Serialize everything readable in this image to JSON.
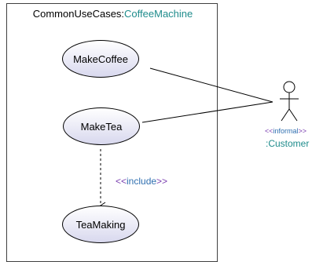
{
  "boundary": {
    "kind": "CommonUseCases:",
    "name": "CoffeeMachine"
  },
  "usecases": [
    {
      "label": "MakeCoffee"
    },
    {
      "label": "MakeTea"
    },
    {
      "label": "TeaMaking"
    }
  ],
  "include": {
    "open": "<<",
    "keyword": "include",
    "close": ">>"
  },
  "actor": {
    "stereo_open": "<<",
    "stereotype": "informal",
    "stereo_close": ">>",
    "name": ":Customer"
  },
  "colors": {
    "boundary_name": "#1f8c8c",
    "stereotype": "#7a3fb0",
    "keyword": "#2f6fb0"
  }
}
